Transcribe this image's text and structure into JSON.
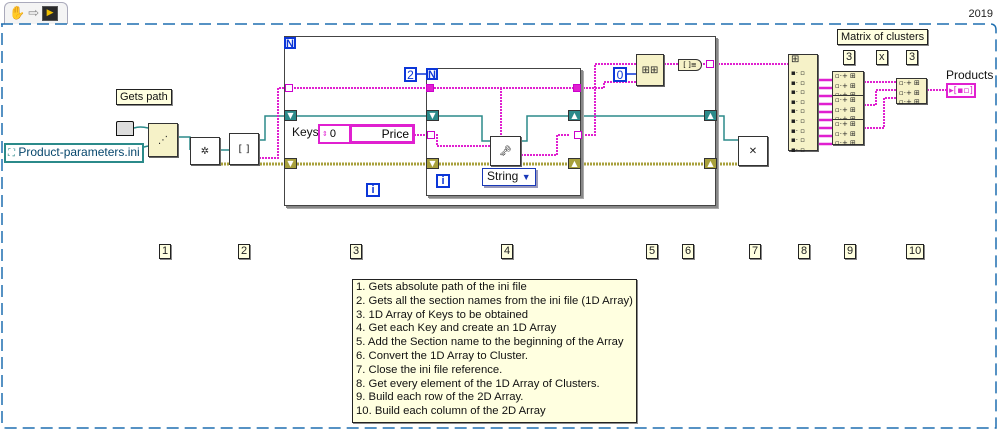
{
  "toolbar": {
    "icons": [
      "hand-icon",
      "arrow-right-icon",
      "vi-icon"
    ],
    "hand_glyph": "✋",
    "arrow_glyph": "⇨",
    "vi_glyph": "▶"
  },
  "version_label": "2019",
  "labels": {
    "gets_path": "Gets path",
    "matrix_of_clusters": "Matrix of clusters",
    "rows_const": "3",
    "x_const": "x",
    "cols_const": "3",
    "products": "Products",
    "keys": "Keys"
  },
  "path_control": {
    "value": "Product-parameters.ini",
    "icon": "path-icon"
  },
  "outer_loop": {
    "n_label": "N",
    "i_label": "i"
  },
  "inner_loop": {
    "n_label": "N",
    "count_const": "2",
    "i_label": "i"
  },
  "keys_array": {
    "index": "0",
    "element": "Price"
  },
  "type_selector": {
    "value": "String",
    "arrow": "▼"
  },
  "insert_index_const": "0",
  "step_numbers": [
    "1",
    "2",
    "3",
    "4",
    "5",
    "6",
    "7",
    "8",
    "9",
    "10"
  ],
  "notes": [
    "1. Gets absolute path of the ini file",
    "2. Gets all the section names from the ini file (1D Array)",
    "3. 1D Array of Keys to be obtained",
    "4.  Get each Key and create an 1D Array",
    "5. Add the Section name to the beginning of the Array",
    "6. Convert the 1D Array to Cluster.",
    "7. Close the ini file reference.",
    "8. Get every element of the 1D Array of Clusters.",
    "9. Build each row of the 2D Array.",
    "10. Build each column of the 2D Array"
  ],
  "colors": {
    "string_wire": "#e020d0",
    "refnum_wire": "#2b8a8a",
    "error_wire": "#a8a03c",
    "numeric": "#0c36d8",
    "label_bg": "#ffffe0",
    "frame_dash": "#1f6fb0"
  }
}
